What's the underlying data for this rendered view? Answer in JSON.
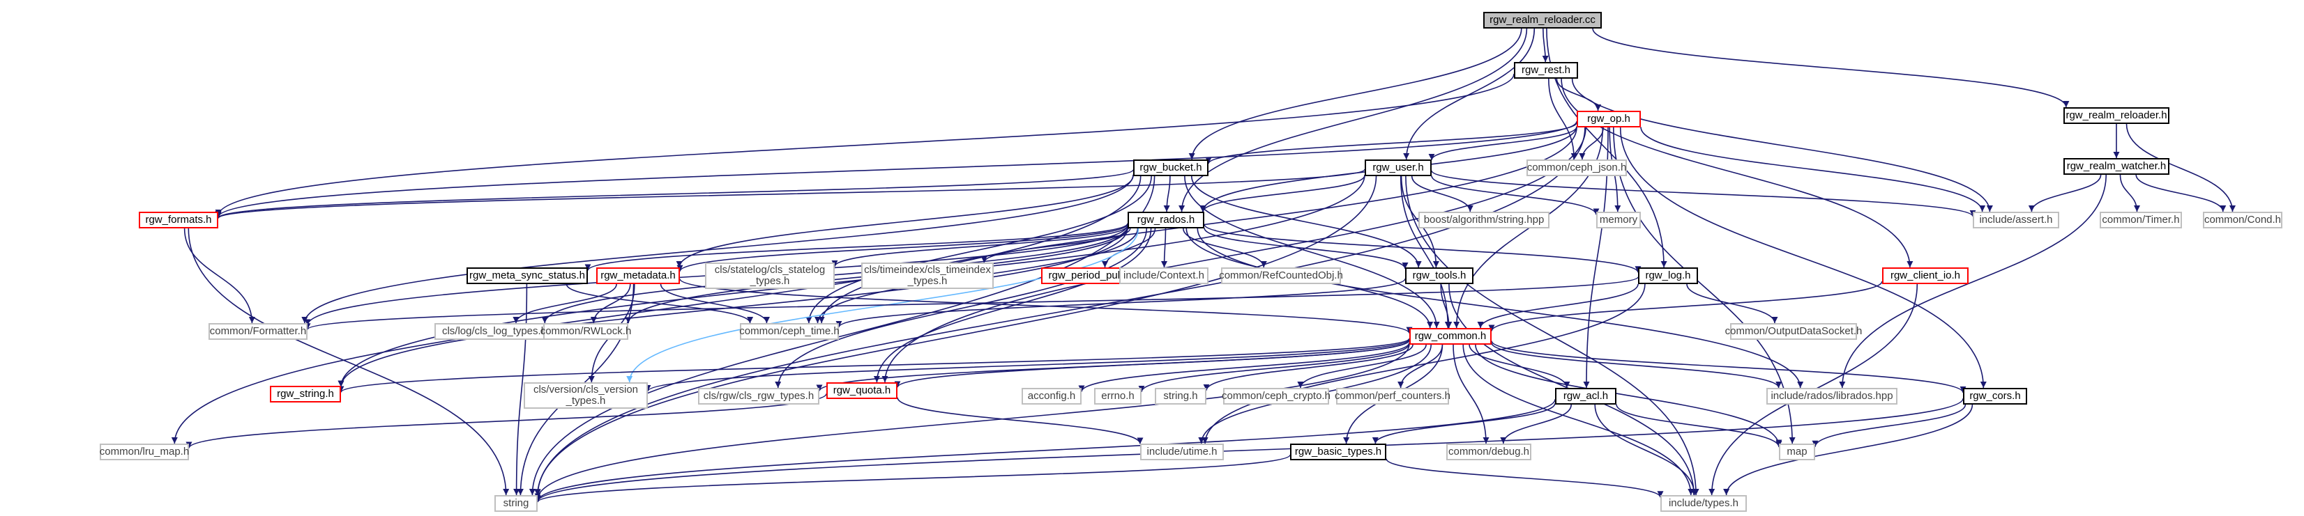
{
  "colors": {
    "edge": "#191970",
    "edge_secondary": "#63b8ff",
    "root_fill": "#bfbfbf",
    "border_black": "#000000",
    "border_red": "#ff0000",
    "border_gray": "#bfbfbf",
    "text_normal": "#000000",
    "text_gray": "#404040"
  },
  "nodes": {
    "rgw_realm_reloader_cc": {
      "label": "rgw_realm_reloader.cc",
      "style": "root"
    },
    "rgw_rest_h": {
      "label": "rgw_rest.h",
      "style": "black"
    },
    "rgw_realm_reloader_h": {
      "label": "rgw_realm_reloader.h",
      "style": "black"
    },
    "rgw_op_h": {
      "label": "rgw_op.h",
      "style": "red"
    },
    "rgw_realm_watcher_h": {
      "label": "rgw_realm_watcher.h",
      "style": "black"
    },
    "rgw_bucket_h": {
      "label": "rgw_bucket.h",
      "style": "black"
    },
    "rgw_user_h": {
      "label": "rgw_user.h",
      "style": "black"
    },
    "common_ceph_json_h": {
      "label": "common/ceph_json.h",
      "style": "gray"
    },
    "rgw_formats_h": {
      "label": "rgw_formats.h",
      "style": "red"
    },
    "rgw_rados_h": {
      "label": "rgw_rados.h",
      "style": "black"
    },
    "boost_algorithm_string_hpp": {
      "label": "boost/algorithm/string.hpp",
      "style": "gray"
    },
    "memory": {
      "label": "memory",
      "style": "gray"
    },
    "include_assert_h": {
      "label": "include/assert.h",
      "style": "gray"
    },
    "common_Timer_h": {
      "label": "common/Timer.h",
      "style": "gray"
    },
    "common_Cond_h": {
      "label": "common/Cond.h",
      "style": "gray"
    },
    "rgw_meta_sync_status_h": {
      "label": "rgw_meta_sync_status.h",
      "style": "black"
    },
    "rgw_metadata_h": {
      "label": "rgw_metadata.h",
      "style": "red"
    },
    "cls_statelog": {
      "label": "cls/statelog/cls_statelog\n_types.h",
      "style": "gray"
    },
    "cls_timeindex": {
      "label": "cls/timeindex/cls_timeindex\n_types.h",
      "style": "gray"
    },
    "rgw_period_puller_h": {
      "label": "rgw_period_puller.h",
      "style": "red"
    },
    "include_Context_h": {
      "label": "include/Context.h",
      "style": "gray"
    },
    "common_RefCountedObj_h": {
      "label": "common/RefCountedObj.h",
      "style": "gray"
    },
    "rgw_tools_h": {
      "label": "rgw_tools.h",
      "style": "black"
    },
    "rgw_log_h": {
      "label": "rgw_log.h",
      "style": "black"
    },
    "rgw_client_io_h": {
      "label": "rgw_client_io.h",
      "style": "red"
    },
    "common_Formatter_h": {
      "label": "common/Formatter.h",
      "style": "gray"
    },
    "cls_log_cls_log_types_h": {
      "label": "cls/log/cls_log_types.h",
      "style": "gray"
    },
    "common_RWLock_h": {
      "label": "common/RWLock.h",
      "style": "gray"
    },
    "common_ceph_time_h": {
      "label": "common/ceph_time.h",
      "style": "gray"
    },
    "rgw_common_h": {
      "label": "rgw_common.h",
      "style": "red"
    },
    "common_OutputDataSocket_h": {
      "label": "common/OutputDataSocket.h",
      "style": "gray"
    },
    "rgw_string_h": {
      "label": "rgw_string.h",
      "style": "red"
    },
    "cls_version": {
      "label": "cls/version/cls_version\n_types.h",
      "style": "gray"
    },
    "cls_rgw_cls_rgw_types_h": {
      "label": "cls/rgw/cls_rgw_types.h",
      "style": "gray"
    },
    "rgw_quota_h": {
      "label": "rgw_quota.h",
      "style": "red"
    },
    "acconfig_h": {
      "label": "acconfig.h",
      "style": "gray"
    },
    "errno_h": {
      "label": "errno.h",
      "style": "gray"
    },
    "string_h": {
      "label": "string.h",
      "style": "gray"
    },
    "common_ceph_crypto_h": {
      "label": "common/ceph_crypto.h",
      "style": "gray"
    },
    "common_perf_counters_h": {
      "label": "common/perf_counters.h",
      "style": "gray"
    },
    "rgw_acl_h": {
      "label": "rgw_acl.h",
      "style": "black"
    },
    "include_rados_librados_hpp": {
      "label": "include/rados/librados.hpp",
      "style": "gray"
    },
    "rgw_cors_h": {
      "label": "rgw_cors.h",
      "style": "black"
    },
    "common_lru_map_h": {
      "label": "common/lru_map.h",
      "style": "gray"
    },
    "include_utime_h": {
      "label": "include/utime.h",
      "style": "gray"
    },
    "rgw_basic_types_h": {
      "label": "rgw_basic_types.h",
      "style": "black"
    },
    "common_debug_h": {
      "label": "common/debug.h",
      "style": "gray"
    },
    "map": {
      "label": "map",
      "style": "gray"
    },
    "string": {
      "label": "string",
      "style": "gray"
    },
    "include_types_h": {
      "label": "include/types.h",
      "style": "gray"
    }
  },
  "edges": [
    [
      "rgw_realm_reloader_cc",
      "rgw_rest_h"
    ],
    [
      "rgw_realm_reloader_cc",
      "rgw_realm_reloader_h"
    ],
    [
      "rgw_realm_reloader_cc",
      "rgw_bucket_h"
    ],
    [
      "rgw_realm_reloader_cc",
      "rgw_user_h"
    ],
    [
      "rgw_realm_reloader_cc",
      "rgw_rados_h"
    ],
    [
      "rgw_realm_reloader_cc",
      "rgw_log_h"
    ],
    [
      "rgw_rest_h",
      "rgw_op_h"
    ],
    [
      "rgw_rest_h",
      "rgw_formats_h"
    ],
    [
      "rgw_rest_h",
      "common_ceph_json_h"
    ],
    [
      "rgw_rest_h",
      "include_assert_h"
    ],
    [
      "rgw_rest_h",
      "rgw_client_io_h"
    ],
    [
      "rgw_realm_reloader_h",
      "rgw_realm_watcher_h"
    ],
    [
      "rgw_realm_reloader_h",
      "common_Cond_h"
    ],
    [
      "rgw_realm_watcher_h",
      "include_assert_h"
    ],
    [
      "rgw_realm_watcher_h",
      "common_Timer_h"
    ],
    [
      "rgw_realm_watcher_h",
      "common_Cond_h"
    ],
    [
      "rgw_realm_watcher_h",
      "include_rados_librados_hpp"
    ],
    [
      "rgw_op_h",
      "rgw_bucket_h"
    ],
    [
      "rgw_op_h",
      "rgw_user_h"
    ],
    [
      "rgw_op_h",
      "common_ceph_json_h"
    ],
    [
      "rgw_op_h",
      "memory"
    ],
    [
      "rgw_op_h",
      "include_assert_h"
    ],
    [
      "rgw_op_h",
      "rgw_rados_h"
    ],
    [
      "rgw_op_h",
      "rgw_common_h"
    ],
    [
      "rgw_op_h",
      "rgw_acl_h"
    ],
    [
      "rgw_op_h",
      "rgw_cors_h"
    ],
    [
      "rgw_op_h",
      "rgw_quota_h"
    ],
    [
      "rgw_op_h",
      "common_ceph_time_h"
    ],
    [
      "rgw_op_h",
      "string"
    ],
    [
      "rgw_op_h",
      "map"
    ],
    [
      "rgw_op_h",
      "rgw_formats_h"
    ],
    [
      "rgw_bucket_h",
      "rgw_formats_h"
    ],
    [
      "rgw_bucket_h",
      "rgw_rados_h"
    ],
    [
      "rgw_bucket_h",
      "rgw_tools_h"
    ],
    [
      "rgw_bucket_h",
      "rgw_common_h"
    ],
    [
      "rgw_bucket_h",
      "common_Formatter_h"
    ],
    [
      "rgw_bucket_h",
      "common_ceph_time_h"
    ],
    [
      "rgw_bucket_h",
      "string"
    ],
    [
      "rgw_bucket_h",
      "rgw_metadata_h"
    ],
    [
      "rgw_bucket_h",
      "common_lru_map_h"
    ],
    [
      "rgw_user_h",
      "rgw_rados_h"
    ],
    [
      "rgw_user_h",
      "boost_algorithm_string_hpp"
    ],
    [
      "rgw_user_h",
      "memory"
    ],
    [
      "rgw_user_h",
      "include_assert_h"
    ],
    [
      "rgw_user_h",
      "rgw_tools_h"
    ],
    [
      "rgw_user_h",
      "rgw_common_h"
    ],
    [
      "rgw_user_h",
      "rgw_formats_h"
    ],
    [
      "rgw_user_h",
      "rgw_string_h"
    ],
    [
      "rgw_user_h",
      "include_types_h"
    ],
    [
      "rgw_user_h",
      "string"
    ],
    [
      "rgw_formats_h",
      "common_Formatter_h"
    ],
    [
      "rgw_formats_h",
      "string"
    ],
    [
      "rgw_rados_h",
      "rgw_meta_sync_status_h"
    ],
    [
      "rgw_rados_h",
      "rgw_metadata_h"
    ],
    [
      "rgw_rados_h",
      "cls_statelog"
    ],
    [
      "rgw_rados_h",
      "cls_timeindex"
    ],
    [
      "rgw_rados_h",
      "rgw_period_puller_h"
    ],
    [
      "rgw_rados_h",
      "include_Context_h"
    ],
    [
      "rgw_rados_h",
      "common_RefCountedObj_h"
    ],
    [
      "rgw_rados_h",
      "rgw_tools_h"
    ],
    [
      "rgw_rados_h",
      "rgw_log_h"
    ],
    [
      "rgw_rados_h",
      "rgw_common_h"
    ],
    [
      "rgw_rados_h",
      "common_Formatter_h"
    ],
    [
      "rgw_rados_h",
      "cls_log_cls_log_types_h"
    ],
    [
      "rgw_rados_h",
      "common_RWLock_h"
    ],
    [
      "rgw_rados_h",
      "common_ceph_time_h"
    ],
    [
      "rgw_rados_h",
      "rgw_string_h"
    ],
    [
      "rgw_rados_h",
      "cls_version"
    ],
    [
      "rgw_rados_h",
      "cls_rgw_cls_rgw_types_h"
    ],
    [
      "rgw_rados_h",
      "rgw_quota_h"
    ],
    [
      "rgw_rados_h",
      "include_rados_librados_hpp"
    ],
    [
      "rgw_meta_sync_status_h",
      "common_ceph_time_h"
    ],
    [
      "rgw_meta_sync_status_h",
      "string"
    ],
    [
      "rgw_metadata_h",
      "cls_log_cls_log_types_h"
    ],
    [
      "rgw_metadata_h",
      "common_RWLock_h"
    ],
    [
      "rgw_metadata_h",
      "common_ceph_time_h"
    ],
    [
      "rgw_metadata_h",
      "cls_version"
    ],
    [
      "rgw_metadata_h",
      "rgw_common_h"
    ],
    [
      "rgw_metadata_h",
      "string"
    ],
    [
      "rgw_tools_h",
      "rgw_common_h"
    ],
    [
      "rgw_tools_h",
      "common_ceph_time_h"
    ],
    [
      "rgw_tools_h",
      "include_types_h"
    ],
    [
      "rgw_log_h",
      "rgw_common_h"
    ],
    [
      "rgw_log_h",
      "common_OutputDataSocket_h"
    ],
    [
      "rgw_log_h",
      "include_utime_h"
    ],
    [
      "rgw_log_h",
      "common_Formatter_h"
    ],
    [
      "rgw_client_io_h",
      "rgw_common_h"
    ],
    [
      "rgw_client_io_h",
      "include_types_h"
    ],
    [
      "rgw_common_h",
      "rgw_string_h"
    ],
    [
      "rgw_common_h",
      "cls_version"
    ],
    [
      "rgw_common_h",
      "cls_rgw_cls_rgw_types_h"
    ],
    [
      "rgw_common_h",
      "rgw_quota_h"
    ],
    [
      "rgw_common_h",
      "acconfig_h"
    ],
    [
      "rgw_common_h",
      "errno_h"
    ],
    [
      "rgw_common_h",
      "string_h"
    ],
    [
      "rgw_common_h",
      "common_ceph_crypto_h"
    ],
    [
      "rgw_common_h",
      "common_perf_counters_h"
    ],
    [
      "rgw_common_h",
      "rgw_acl_h"
    ],
    [
      "rgw_common_h",
      "include_rados_librados_hpp"
    ],
    [
      "rgw_common_h",
      "rgw_cors_h"
    ],
    [
      "rgw_common_h",
      "include_utime_h"
    ],
    [
      "rgw_common_h",
      "rgw_basic_types_h"
    ],
    [
      "rgw_common_h",
      "common_debug_h"
    ],
    [
      "rgw_common_h",
      "map"
    ],
    [
      "rgw_common_h",
      "string"
    ],
    [
      "rgw_common_h",
      "include_types_h"
    ],
    [
      "rgw_quota_h",
      "common_lru_map_h"
    ],
    [
      "rgw_quota_h",
      "include_utime_h"
    ],
    [
      "rgw_acl_h",
      "map"
    ],
    [
      "rgw_acl_h",
      "string"
    ],
    [
      "rgw_acl_h",
      "include_types_h"
    ],
    [
      "rgw_acl_h",
      "common_debug_h"
    ],
    [
      "rgw_acl_h",
      "rgw_basic_types_h"
    ],
    [
      "rgw_cors_h",
      "map"
    ],
    [
      "rgw_cors_h",
      "string"
    ],
    [
      "rgw_cors_h",
      "include_types_h"
    ],
    [
      "rgw_basic_types_h",
      "string"
    ],
    [
      "rgw_basic_types_h",
      "include_types_h"
    ]
  ]
}
